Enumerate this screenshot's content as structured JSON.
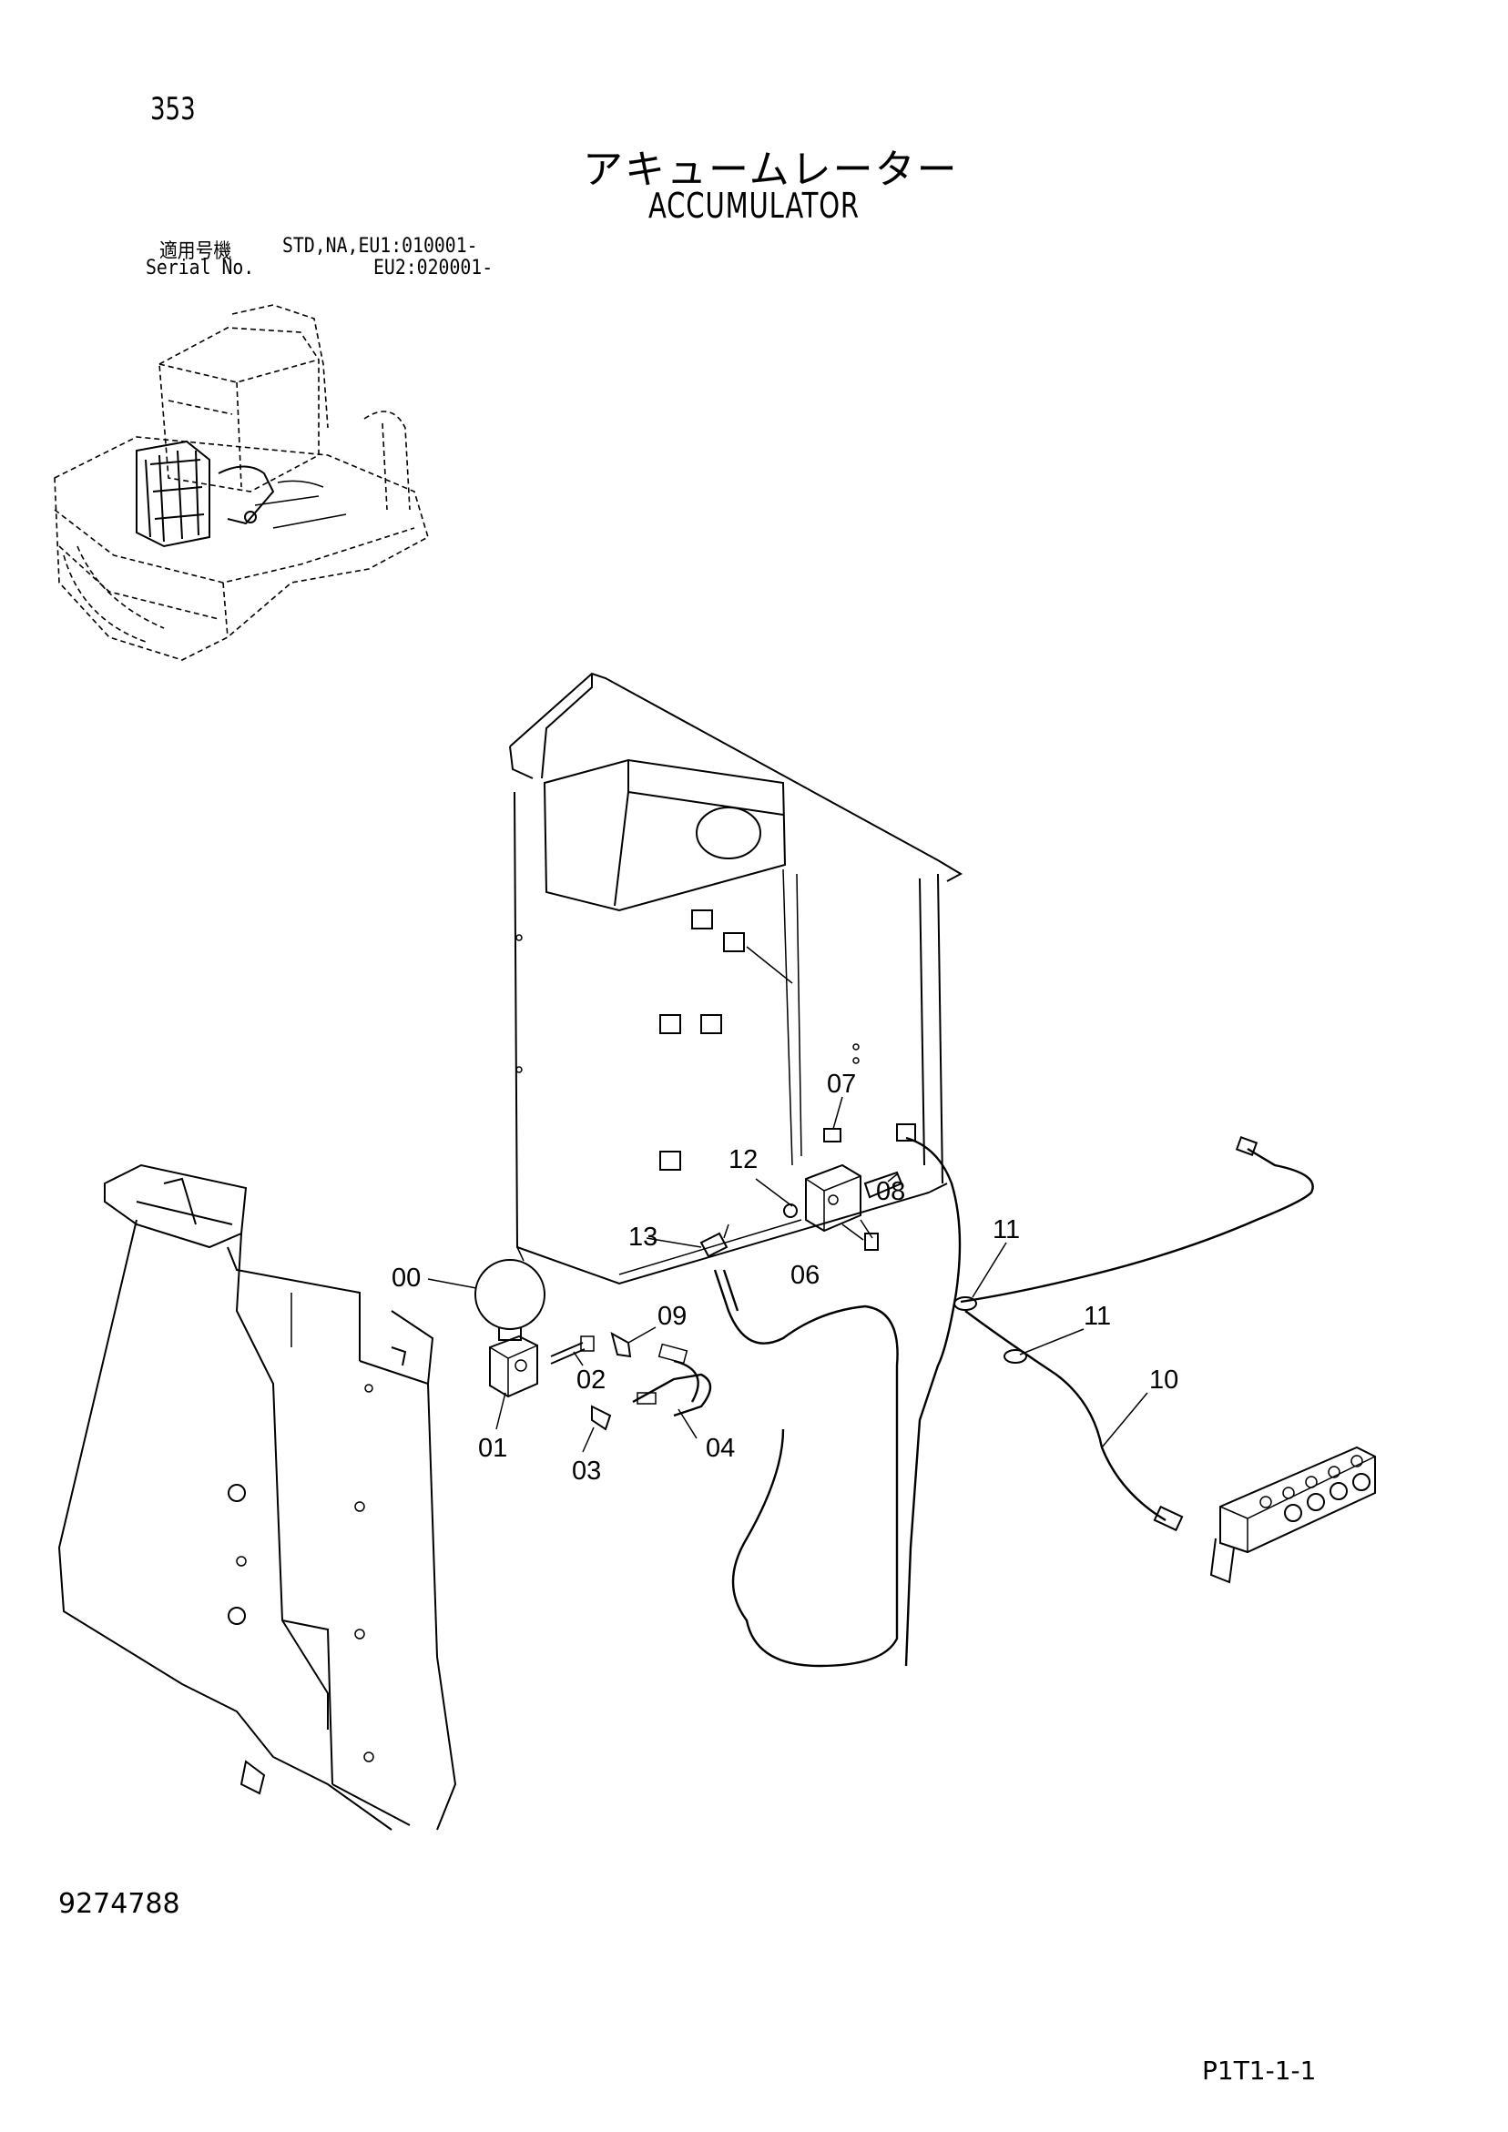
{
  "header": {
    "page_number": "353",
    "title_jp": "アキュームレーター",
    "title_en": "ACCUMULATOR",
    "applicable_label_jp": "適用号機",
    "applicable_models": "STD,NA,EU1:010001-",
    "serial_label": "Serial No.",
    "serial_range_eu2": "EU2:020001-"
  },
  "callouts": [
    "00",
    "01",
    "02",
    "03",
    "04",
    "06",
    "07",
    "08",
    "09",
    "10",
    "11",
    "11",
    "12",
    "13"
  ],
  "footer": {
    "document_number": "9274788",
    "sheet_reference": "P1T1-1-1"
  }
}
